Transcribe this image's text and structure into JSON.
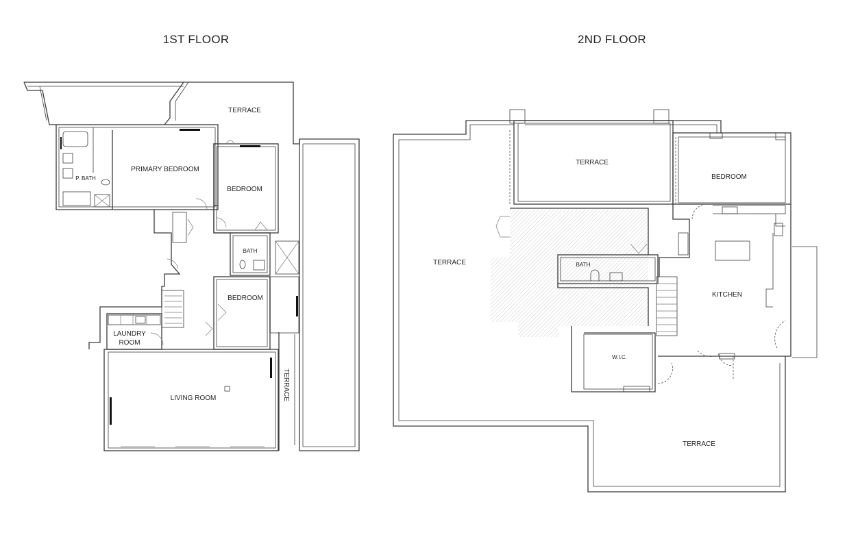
{
  "floors": [
    {
      "title": "1ST FLOOR"
    },
    {
      "title": "2ND FLOOR"
    }
  ],
  "rooms": {
    "f1_terrace_top": "TERRACE",
    "f1_primary_bedroom": "PRIMARY BEDROOM",
    "f1_p_bath": "P. BATH",
    "f1_bedroom_a": "BEDROOM",
    "f1_bath": "BATH",
    "f1_bedroom_b": "BEDROOM",
    "f1_laundry_1": "LAUNDRY",
    "f1_laundry_2": "ROOM",
    "f1_living_room": "LIVING ROOM",
    "f1_terrace_side": "TERRACE",
    "f2_terrace_top": "TERRACE",
    "f2_bedroom": "BEDROOM",
    "f2_terrace_left": "TERRACE",
    "f2_bath": "BATH",
    "f2_kitchen": "KITCHEN",
    "f2_wic": "W.I.C.",
    "f2_terrace_bottom": "TERRACE"
  }
}
